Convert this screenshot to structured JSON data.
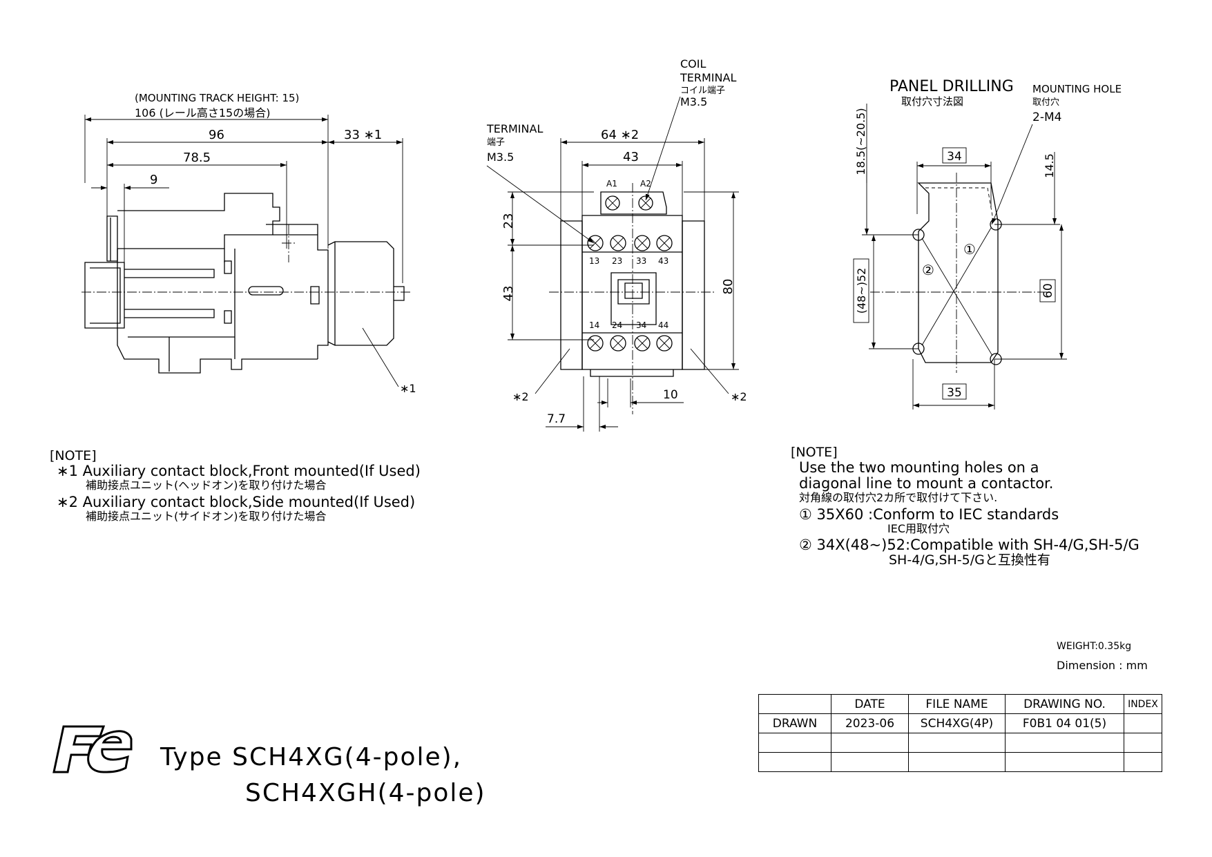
{
  "side_view": {
    "dim_track_height": "(MOUNTING TRACK HEIGHT: 15)",
    "dim_106": "106 (レール高さ15の場合)",
    "dim_96": "96",
    "dim_33": "33 ∗1",
    "dim_78_5": "78.5",
    "dim_9": "9",
    "callout_1": "∗1"
  },
  "front_view": {
    "coil_terminal": "COIL",
    "coil_terminal_2": "TERMINAL",
    "coil_terminal_jp": "コイル端子",
    "coil_terminal_size": "M3.5",
    "terminal": "TERMINAL",
    "terminal_jp": "端子",
    "terminal_size": "M3.5",
    "dim_64": "64 ∗2",
    "dim_43_top": "43",
    "dim_23": "23",
    "dim_43_side": "43",
    "dim_80": "80",
    "dim_10": "10",
    "dim_7_7": "7.7",
    "callout_2_left": "∗2",
    "callout_2_right": "∗2",
    "coil_labels": [
      "A1",
      "A2"
    ],
    "top_terminals": [
      "13",
      "23",
      "33",
      "43"
    ],
    "bottom_terminals": [
      "14",
      "24",
      "34",
      "44"
    ]
  },
  "panel_view": {
    "title": "PANEL DRILLING",
    "title_jp": "取付穴寸法図",
    "hole_label": "MOUNTING HOLE",
    "hole_label_jp": "取付穴",
    "hole_spec": "2-M4",
    "dim_18_5": "18.5(~20.5)",
    "dim_14_5": "14.5",
    "dim_34": "34",
    "dim_35": "35",
    "dim_48_52": "(48~)52",
    "dim_60": "60",
    "marker_1": "①",
    "marker_2": "②"
  },
  "notes_left": {
    "heading": "[NOTE]",
    "line1": "∗1  Auxiliary contact block,Front mounted(If Used)",
    "line1_jp": "補助接点ユニット(ヘッドオン)を取り付けた場合",
    "line2": "∗2  Auxiliary contact block,Side mounted(If Used)",
    "line2_jp": "補助接点ユニット(サイドオン)を取り付けた場合"
  },
  "notes_right": {
    "heading": "[NOTE]",
    "line1": "Use the two mounting holes on a",
    "line2": "diagonal line to mount a contactor.",
    "line3_jp": "対角線の取付穴2カ所で取付けて下さい.",
    "item1": "① 35X60   :Conform to IEC standards",
    "item1_jp": "IEC用取付穴",
    "item2": "② 34X(48~)52:Compatible with  SH-4/G,SH-5/G",
    "item2_jp": "SH-4/G,SH-5/Gと互換性有"
  },
  "weight": "WEIGHT:0.35kg",
  "dimension_unit": "Dimension : mm",
  "title_block": {
    "headers": [
      "",
      "DATE",
      "FILE NAME",
      "DRAWING NO.",
      "INDEX"
    ],
    "row_label": "DRAWN",
    "date": "2023-06",
    "file_name": "SCH4XG(4P)",
    "drawing_no": "F0B1 04 01(5)",
    "index": ""
  },
  "logo_text": "Fe",
  "type_line1": "Type SCH4XG(4-pole),",
  "type_line2": "SCH4XGH(4-pole)"
}
